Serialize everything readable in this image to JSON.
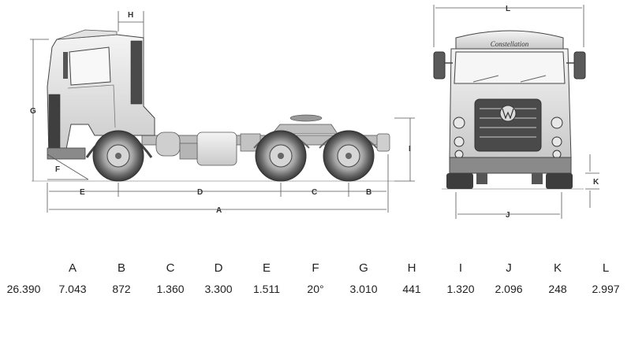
{
  "side_view": {
    "dimension_labels": [
      "H",
      "G",
      "F",
      "E",
      "D",
      "C",
      "B",
      "A",
      "I"
    ]
  },
  "front_view": {
    "dimension_labels": [
      "L",
      "J",
      "K"
    ],
    "grille_text": "Constellation"
  },
  "spec_table": {
    "headers": [
      "A",
      "B",
      "C",
      "D",
      "E",
      "F",
      "G",
      "H",
      "I",
      "J",
      "K",
      "L"
    ],
    "values": [
      "26.390",
      "7.043",
      "872",
      "1.360",
      "3.300",
      "1.511",
      "20°",
      "3.010",
      "441",
      "1.320",
      "2.096",
      "248",
      "2.997"
    ]
  }
}
